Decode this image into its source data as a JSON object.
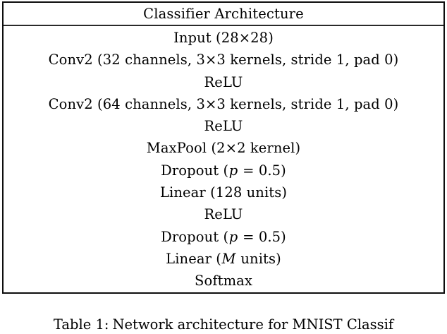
{
  "table": {
    "header": "Classifier Architecture",
    "rows": [
      {
        "id": "input",
        "text": "Input (28×28)"
      },
      {
        "id": "conv1",
        "text": "Conv2 (32 channels, 3×3 kernels, stride 1, pad 0)"
      },
      {
        "id": "relu1",
        "text": "ReLU"
      },
      {
        "id": "conv2",
        "text": "Conv2 (64 channels, 3×3 kernels, stride 1, pad 0)"
      },
      {
        "id": "relu2",
        "text": "ReLU"
      },
      {
        "id": "maxpool",
        "text": "MaxPool (2×2 kernel)"
      },
      {
        "id": "dropout1",
        "text": "Dropout (p = 0.5)",
        "prefix": "Dropout (",
        "var": "p",
        "suffix": " = 0.5)"
      },
      {
        "id": "linear1",
        "text": "Linear (128 units)"
      },
      {
        "id": "relu3",
        "text": "ReLU"
      },
      {
        "id": "dropout2",
        "text": "Dropout (p = 0.5)",
        "prefix": "Dropout (",
        "var": "p",
        "suffix": " = 0.5)"
      },
      {
        "id": "linear2",
        "text": "Linear (M units)",
        "prefix": "Linear (",
        "var": "M",
        "suffix": " units)"
      },
      {
        "id": "softmax",
        "text": "Softmax"
      }
    ]
  },
  "caption": {
    "label": "Table 1:",
    "text": "Network architecture for MNIST Classif"
  },
  "colors": {
    "border": "#0d0d0d",
    "rule": "#2a2a2a",
    "text": "#000000",
    "background": "#ffffff"
  }
}
